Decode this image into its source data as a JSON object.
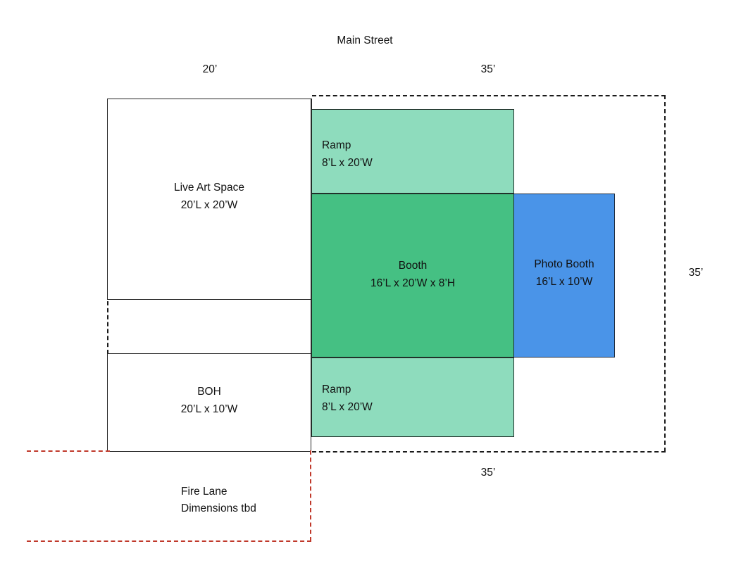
{
  "diagram": {
    "title": "Main Street",
    "dimensions": {
      "top_left": "20’",
      "top_right": "35’",
      "right": "35’",
      "bottom": "35’"
    },
    "spaces": [
      {
        "id": "live-art-space",
        "name": "Live Art Space",
        "size": "20’L x 20’W",
        "fill": "#ffffff"
      },
      {
        "id": "boh",
        "name": "BOH",
        "size": "20’L x 10’W",
        "fill": "#ffffff"
      },
      {
        "id": "ramp-top",
        "name": "Ramp",
        "size": "8’L x 20’W",
        "fill": "#8edcbd"
      },
      {
        "id": "booth",
        "name": "Booth",
        "size": "16’L x 20’W x 8’H",
        "fill": "#45c083"
      },
      {
        "id": "ramp-bottom",
        "name": "Ramp",
        "size": "8’L x 20’W",
        "fill": "#8edcbd"
      },
      {
        "id": "photo-booth",
        "name": "Photo Booth",
        "size": "16’L x 10’W",
        "fill": "#4a94e8"
      }
    ],
    "fire_lane": {
      "name": "Fire Lane",
      "note": "Dimensions tbd",
      "color": "#c0392b"
    }
  }
}
